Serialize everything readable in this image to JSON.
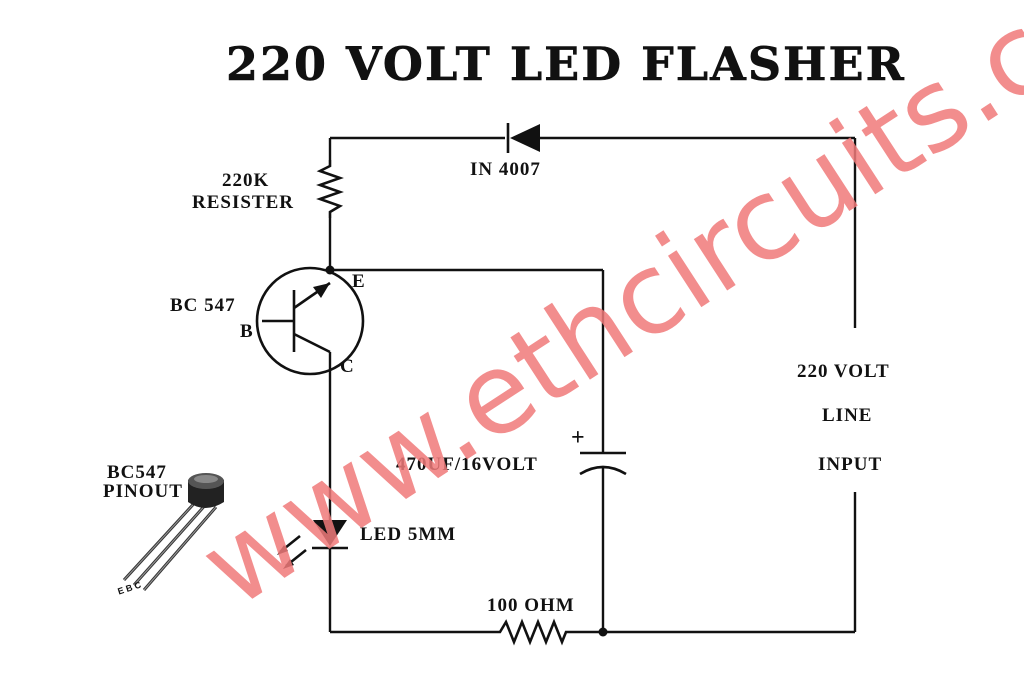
{
  "title": "220 VOLT LED FLASHER",
  "labels": {
    "diode": "IN 4007",
    "resistor_value": "220K",
    "resistor_name": "RESISTER",
    "transistor": "BC 547",
    "base": "B",
    "emitter": "E",
    "collector": "C",
    "capacitor": "470UF/16VOLT",
    "capacitor_plus": "+",
    "led": "LED 5MM",
    "resistor2": "100 OHM",
    "input_line1": "220 VOLT",
    "input_line2": "LINE",
    "input_line3": "INPUT",
    "pinout_line1": "BC547",
    "pinout_line2": "PINOUT",
    "pin_letters": "E B C"
  },
  "watermark": "www.ethcircuits.com",
  "colors": {
    "ink": "#111111",
    "watermark": "#f07a7a",
    "background": "#ffffff"
  }
}
